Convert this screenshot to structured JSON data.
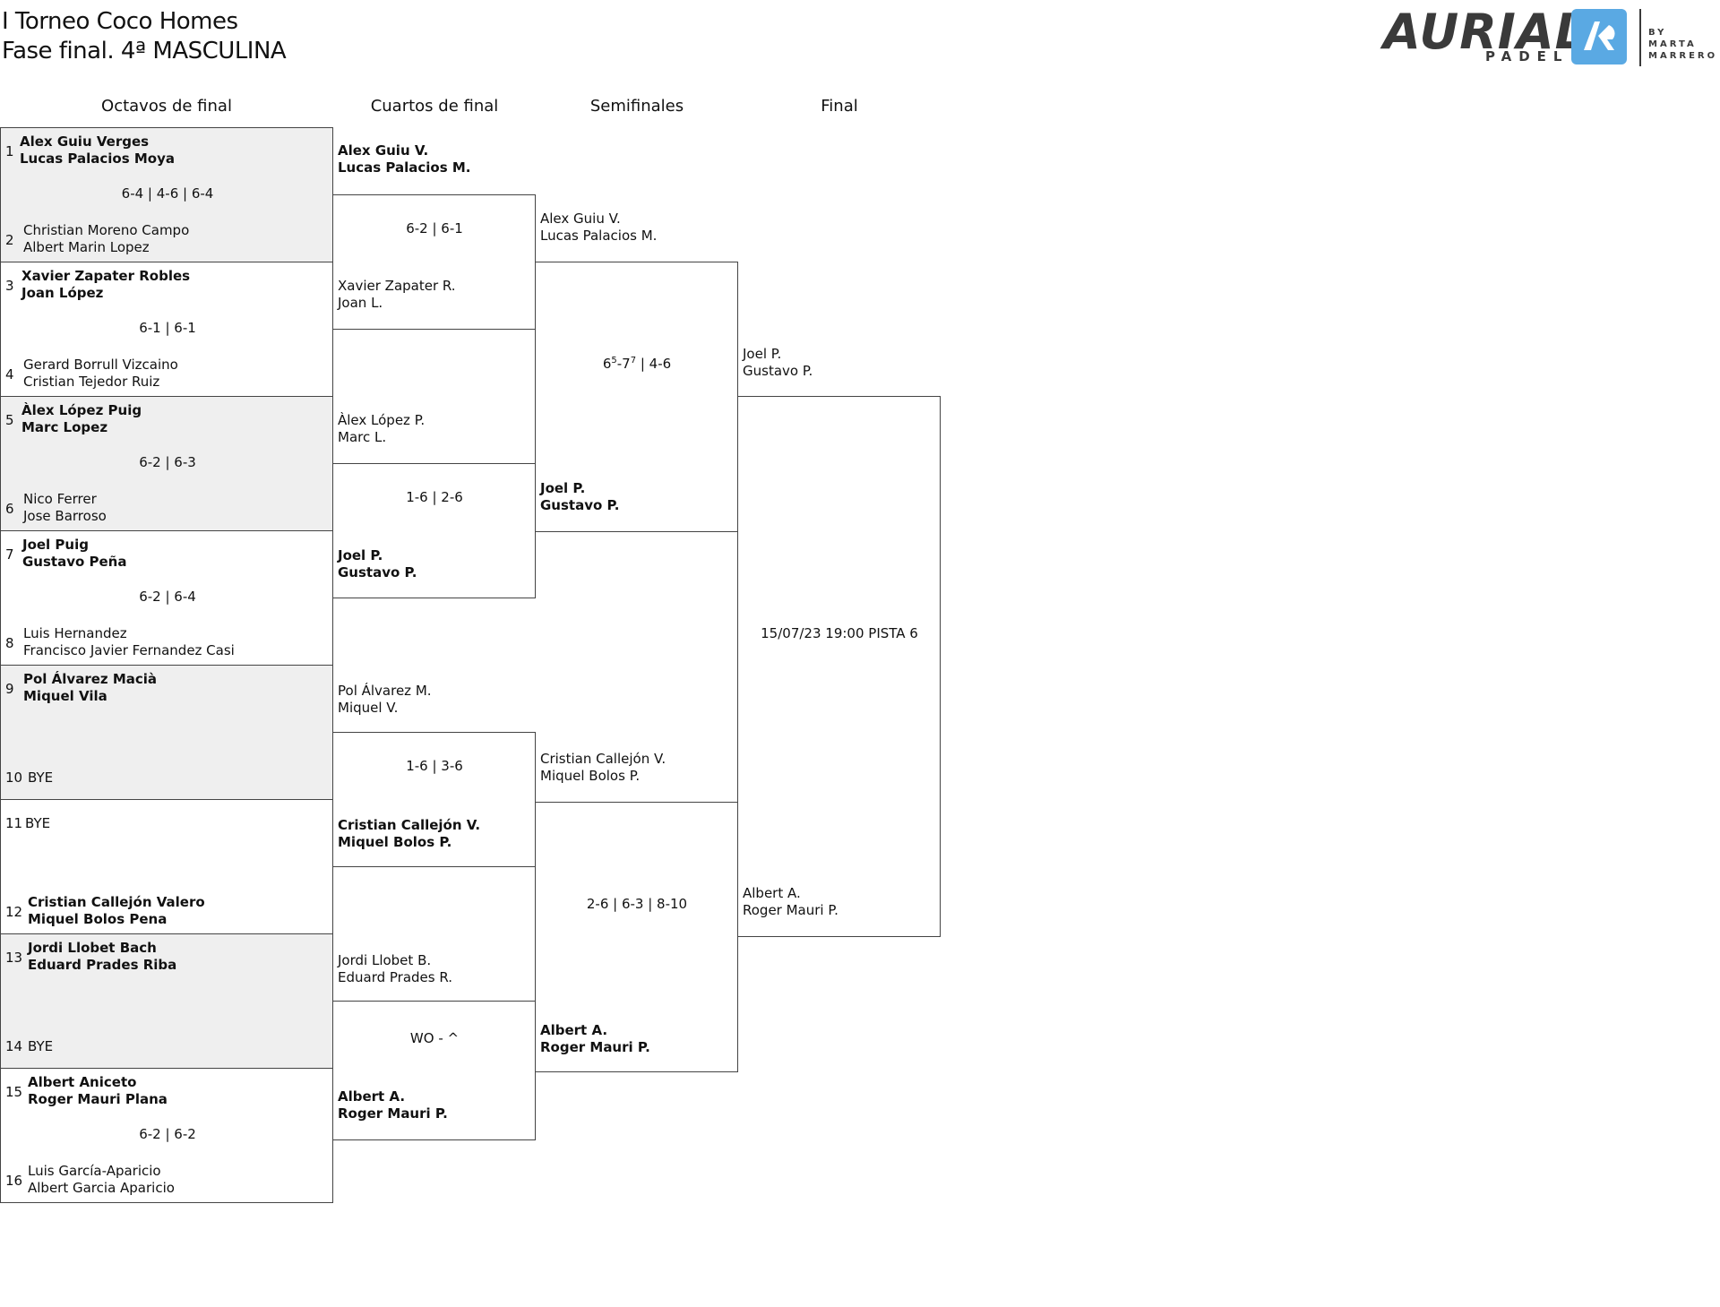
{
  "header": {
    "title_line1": "I Torneo Coco Homes",
    "title_line2": "Fase final. 4ª MASCULINA"
  },
  "logo": {
    "word": "AURIAL",
    "sub": "PADEL",
    "by_line1": "BY MARTA",
    "by_line2": "MARRERO",
    "accent_color": "#5aa9e3"
  },
  "rounds": [
    "Octavos de final",
    "Cuartos de final",
    "Semifinales",
    "Final"
  ],
  "r16": [
    {
      "seed_a": "1",
      "a1": "Alex Guiu Verges",
      "a2": "Lucas Palacios Moya",
      "score": "6-4 | 4-6 | 6-4",
      "seed_b": "2",
      "b1": "Christian Moreno Campo",
      "b2": "Albert Marin Lopez",
      "winner": "a"
    },
    {
      "seed_a": "3",
      "a1": "Xavier Zapater Robles",
      "a2": "Joan López",
      "score": "6-1 | 6-1",
      "seed_b": "4",
      "b1": "Gerard Borrull Vizcaino",
      "b2": "Cristian Tejedor Ruiz",
      "winner": "a"
    },
    {
      "seed_a": "5",
      "a1": "Àlex López Puig",
      "a2": "Marc Lopez",
      "score": "6-2 | 6-3",
      "seed_b": "6",
      "b1": "Nico Ferrer",
      "b2": "Jose Barroso",
      "winner": "a"
    },
    {
      "seed_a": "7",
      "a1": "Joel Puig",
      "a2": "Gustavo Peña",
      "score": "6-2 | 6-4",
      "seed_b": "8",
      "b1": "Luis Hernandez",
      "b2": "Francisco Javier Fernandez Casi",
      "winner": "a"
    },
    {
      "seed_a": "9",
      "a1": "Pol Álvarez Macià",
      "a2": "Miquel Vila",
      "score": "",
      "seed_b": "10",
      "b1": "BYE",
      "b2": "",
      "winner": "a"
    },
    {
      "seed_a": "11",
      "a1": "BYE",
      "a2": "",
      "score": "",
      "seed_b": "12",
      "b1": "Cristian Callejón Valero",
      "b2": "Miquel Bolos Pena",
      "winner": "b"
    },
    {
      "seed_a": "13",
      "a1": "Jordi Llobet Bach",
      "a2": "Eduard Prades Riba",
      "score": "",
      "seed_b": "14",
      "b1": "BYE",
      "b2": "",
      "winner": "a"
    },
    {
      "seed_a": "15",
      "a1": "Albert Aniceto",
      "a2": "Roger Mauri Plana",
      "score": "6-2 | 6-2",
      "seed_b": "16",
      "b1": "Luis García-Aparicio",
      "b2": "Albert Garcia Aparicio",
      "winner": "a"
    }
  ],
  "qf": [
    {
      "a1": "Alex Guiu V.",
      "a2": "Lucas Palacios M.",
      "score": "6-2 | 6-1",
      "b1": "Xavier Zapater R.",
      "b2": "Joan L.",
      "winner": "a"
    },
    {
      "a1": "Àlex López P.",
      "a2": "Marc L.",
      "score": "1-6 | 2-6",
      "b1": "Joel P.",
      "b2": "Gustavo P.",
      "winner": "b"
    },
    {
      "a1": "Pol Álvarez M.",
      "a2": "Miquel V.",
      "score": "1-6 | 3-6",
      "b1": "Cristian Callejón V.",
      "b2": "Miquel Bolos P.",
      "winner": "b"
    },
    {
      "a1": "Jordi Llobet B.",
      "a2": "Eduard Prades R.",
      "score": "WO - ^",
      "b1": "Albert A.",
      "b2": "Roger Mauri P.",
      "winner": "b"
    }
  ],
  "sf": [
    {
      "a1": "Alex Guiu V.",
      "a2": "Lucas Palacios M.",
      "score_base1": "6",
      "score_sup1": "5",
      "score_mid": "-7",
      "score_sup2": "7",
      "score_rest": " | 4-6",
      "b1": "Joel P.",
      "b2": "Gustavo P.",
      "winner": "b"
    },
    {
      "a1": "Cristian Callejón V.",
      "a2": "Miquel Bolos P.",
      "score": "2-6 | 6-3 | 8-10",
      "b1": "Albert A.",
      "b2": "Roger Mauri P.",
      "winner": "b"
    }
  ],
  "final": {
    "a1": "Joel P.",
    "a2": "Gustavo P.",
    "info": "15/07/23 19:00 PISTA 6",
    "b1": "Albert A.",
    "b2": "Roger Mauri P."
  }
}
